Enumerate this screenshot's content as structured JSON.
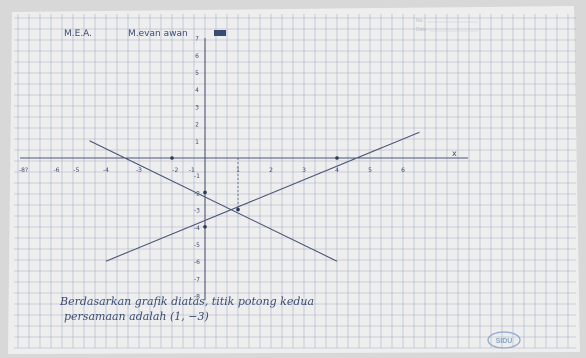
{
  "header": {
    "class_label": "M.E.A.",
    "name_label": "M.evan awan"
  },
  "paper_corner": {
    "no_label": "No.",
    "date_label": "Date"
  },
  "graph": {
    "y_tick_labels": [
      "7",
      "6",
      "5",
      "4",
      "3",
      "2",
      "1",
      "-1",
      "-2",
      "-3",
      "-4",
      "-5",
      "-6",
      "-7",
      "-8"
    ],
    "x_tick_labels_left": [
      "-8?",
      "-6",
      "-5",
      "-4",
      "-3",
      "-2",
      "-1"
    ],
    "x_tick_labels_right": [
      "1",
      "2",
      "3",
      "4",
      "5",
      "6"
    ],
    "x_axis_arrow_label": "x",
    "lines": [
      {
        "name": "rising-line",
        "from": [
          -3,
          -6
        ],
        "to": [
          6.5,
          1.5
        ]
      },
      {
        "name": "falling-line",
        "from": [
          -3.5,
          1
        ],
        "to": [
          4,
          -6
        ]
      }
    ],
    "intersection_point": [
      1,
      -3
    ],
    "marked_points": [
      [
        -1,
        0
      ],
      [
        4,
        0
      ],
      [
        0,
        -2
      ],
      [
        0,
        -4
      ]
    ]
  },
  "note": {
    "line1": "Berdasarkan grafik diatas, titik potong kedua",
    "line2": "persamaan adalah (1, −3)"
  },
  "brand": {
    "logo_text": "SIDU"
  }
}
